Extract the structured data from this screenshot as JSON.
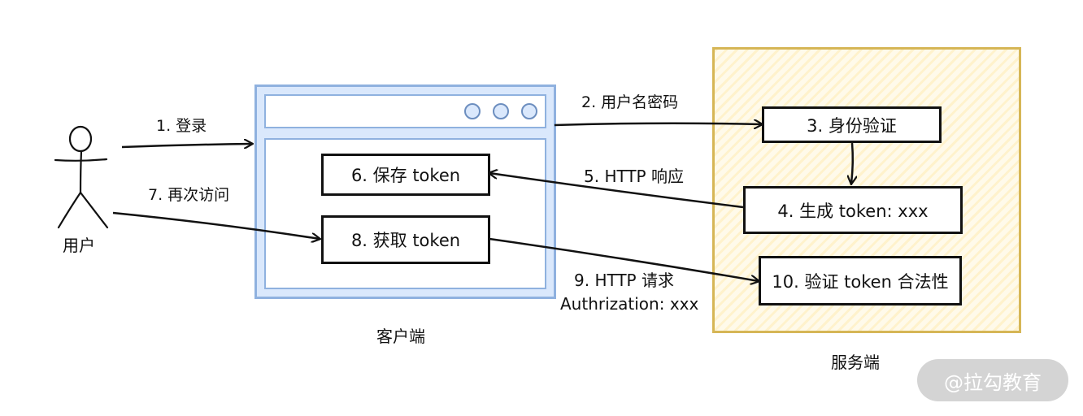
{
  "actors": {
    "user_label": "用户",
    "client_label": "客户端",
    "server_label": "服务端"
  },
  "steps": {
    "step1": "1. 登录",
    "step2": "2. 用户名密码",
    "step3": "3. 身份验证",
    "step4": "4. 生成 token: xxx",
    "step5": "5. HTTP 响应",
    "step6": "6. 保存 token",
    "step7": "7. 再次访问",
    "step8": "8. 获取 token",
    "step9_line1": "9. HTTP 请求",
    "step9_line2": "Authrization: xxx",
    "step10": "10. 验证 token 合法性"
  },
  "watermark": "@拉勾教育",
  "colors": {
    "browser_fill": "#dae8fc",
    "browser_stroke": "#8fb1df",
    "server_fill": "#fff2cc",
    "server_stroke": "#d6b656",
    "line": "#111111"
  }
}
